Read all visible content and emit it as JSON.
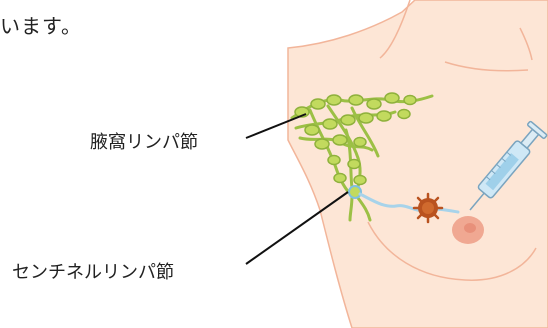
{
  "header": {
    "text": "います。"
  },
  "labels": {
    "axillary_nodes": "腋窩リンパ節",
    "sentinel_node": "センチネルリンパ節"
  },
  "colors": {
    "skin": "#fde6d6",
    "skin_outline": "#f2b59a",
    "lymph_green": "#b7d15a",
    "lymph_outline": "#8fb13c",
    "tumor": "#b9521f",
    "nipple": "#f0a892",
    "syringe_body": "#cfe8f6",
    "tracer_line": "#a7d3ea"
  },
  "icons": [
    "syringe-icon",
    "tumor-icon",
    "lymph-node-cluster-icon"
  ]
}
